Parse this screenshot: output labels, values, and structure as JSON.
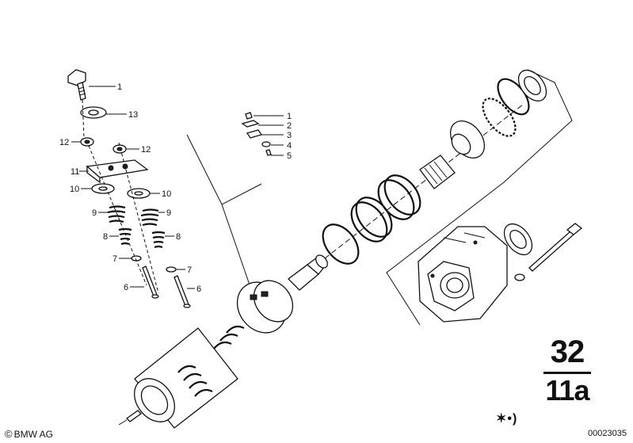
{
  "callouts": {
    "left": [
      {
        "id": "l1",
        "text": "1"
      },
      {
        "id": "l13",
        "text": "13"
      },
      {
        "id": "l12a",
        "text": "12"
      },
      {
        "id": "l12b",
        "text": "12"
      },
      {
        "id": "l11",
        "text": "11"
      },
      {
        "id": "l10a",
        "text": "10"
      },
      {
        "id": "l10b",
        "text": "10"
      },
      {
        "id": "l9a",
        "text": "9"
      },
      {
        "id": "l9b",
        "text": "9"
      },
      {
        "id": "l8a",
        "text": "8"
      },
      {
        "id": "l8b",
        "text": "8"
      },
      {
        "id": "l7a",
        "text": "7"
      },
      {
        "id": "l7b",
        "text": "7"
      },
      {
        "id": "l6a",
        "text": "6"
      },
      {
        "id": "l6b",
        "text": "6"
      }
    ],
    "small_group": [
      {
        "id": "s1",
        "text": "1"
      },
      {
        "id": "s2",
        "text": "2"
      },
      {
        "id": "s3",
        "text": "3"
      },
      {
        "id": "s4",
        "text": "4"
      },
      {
        "id": "s5",
        "text": "5"
      }
    ]
  },
  "group_code": {
    "main": "32",
    "sub": "11a"
  },
  "symbol_mark": "✶•)",
  "copyright": {
    "icon": "©",
    "text": "BMW AG"
  },
  "doc_number": "00023035",
  "icons": [
    "copyright-icon",
    "bolt-icon",
    "spring-icon",
    "gear-housing-icon"
  ]
}
